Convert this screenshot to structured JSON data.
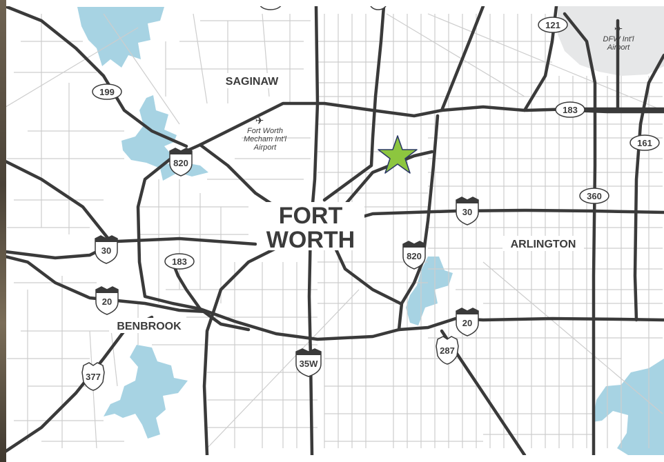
{
  "map": {
    "city_title": {
      "line1": "FORT",
      "line2": "WORTH"
    },
    "places": [
      {
        "id": "saginaw",
        "label": "SAGINAW"
      },
      {
        "id": "arlington",
        "label": "ARLINGTON"
      },
      {
        "id": "benbrook",
        "label": "BENBROOK"
      }
    ],
    "airports": [
      {
        "id": "meacham",
        "lines": [
          "Fort Worth",
          "Mecham Int'l",
          "Airport"
        ]
      },
      {
        "id": "dfw",
        "lines": [
          "DFW Int'l",
          "Airport"
        ]
      }
    ],
    "shields": [
      {
        "id": "i820-nw",
        "type": "interstate",
        "number": "820"
      },
      {
        "id": "i30-w",
        "type": "interstate",
        "number": "30"
      },
      {
        "id": "i20-w",
        "type": "interstate",
        "number": "20"
      },
      {
        "id": "i35w",
        "type": "interstate",
        "number": "35W"
      },
      {
        "id": "i30-e",
        "type": "interstate",
        "number": "30"
      },
      {
        "id": "i820-e",
        "type": "interstate",
        "number": "820"
      },
      {
        "id": "i20-e",
        "type": "interstate",
        "number": "20"
      },
      {
        "id": "us287",
        "type": "us",
        "number": "287"
      },
      {
        "id": "us377",
        "type": "us",
        "number": "377"
      },
      {
        "id": "sh199",
        "type": "state",
        "number": "199"
      },
      {
        "id": "sh121",
        "type": "state",
        "number": "121"
      },
      {
        "id": "sh183-e",
        "type": "state",
        "number": "183"
      },
      {
        "id": "sh183-w",
        "type": "state",
        "number": "183"
      },
      {
        "id": "sh161",
        "type": "state",
        "number": "161"
      },
      {
        "id": "sh360",
        "type": "state",
        "number": "360"
      }
    ],
    "location_marker": {
      "icon": "star-icon",
      "color": "#8dc63f"
    },
    "colors": {
      "water": "#a7d3e3",
      "highway": "#3a3a3a",
      "street": "#c8c8c8",
      "airport_area": "#e6e7e8",
      "label": "#3b3b3b"
    }
  }
}
